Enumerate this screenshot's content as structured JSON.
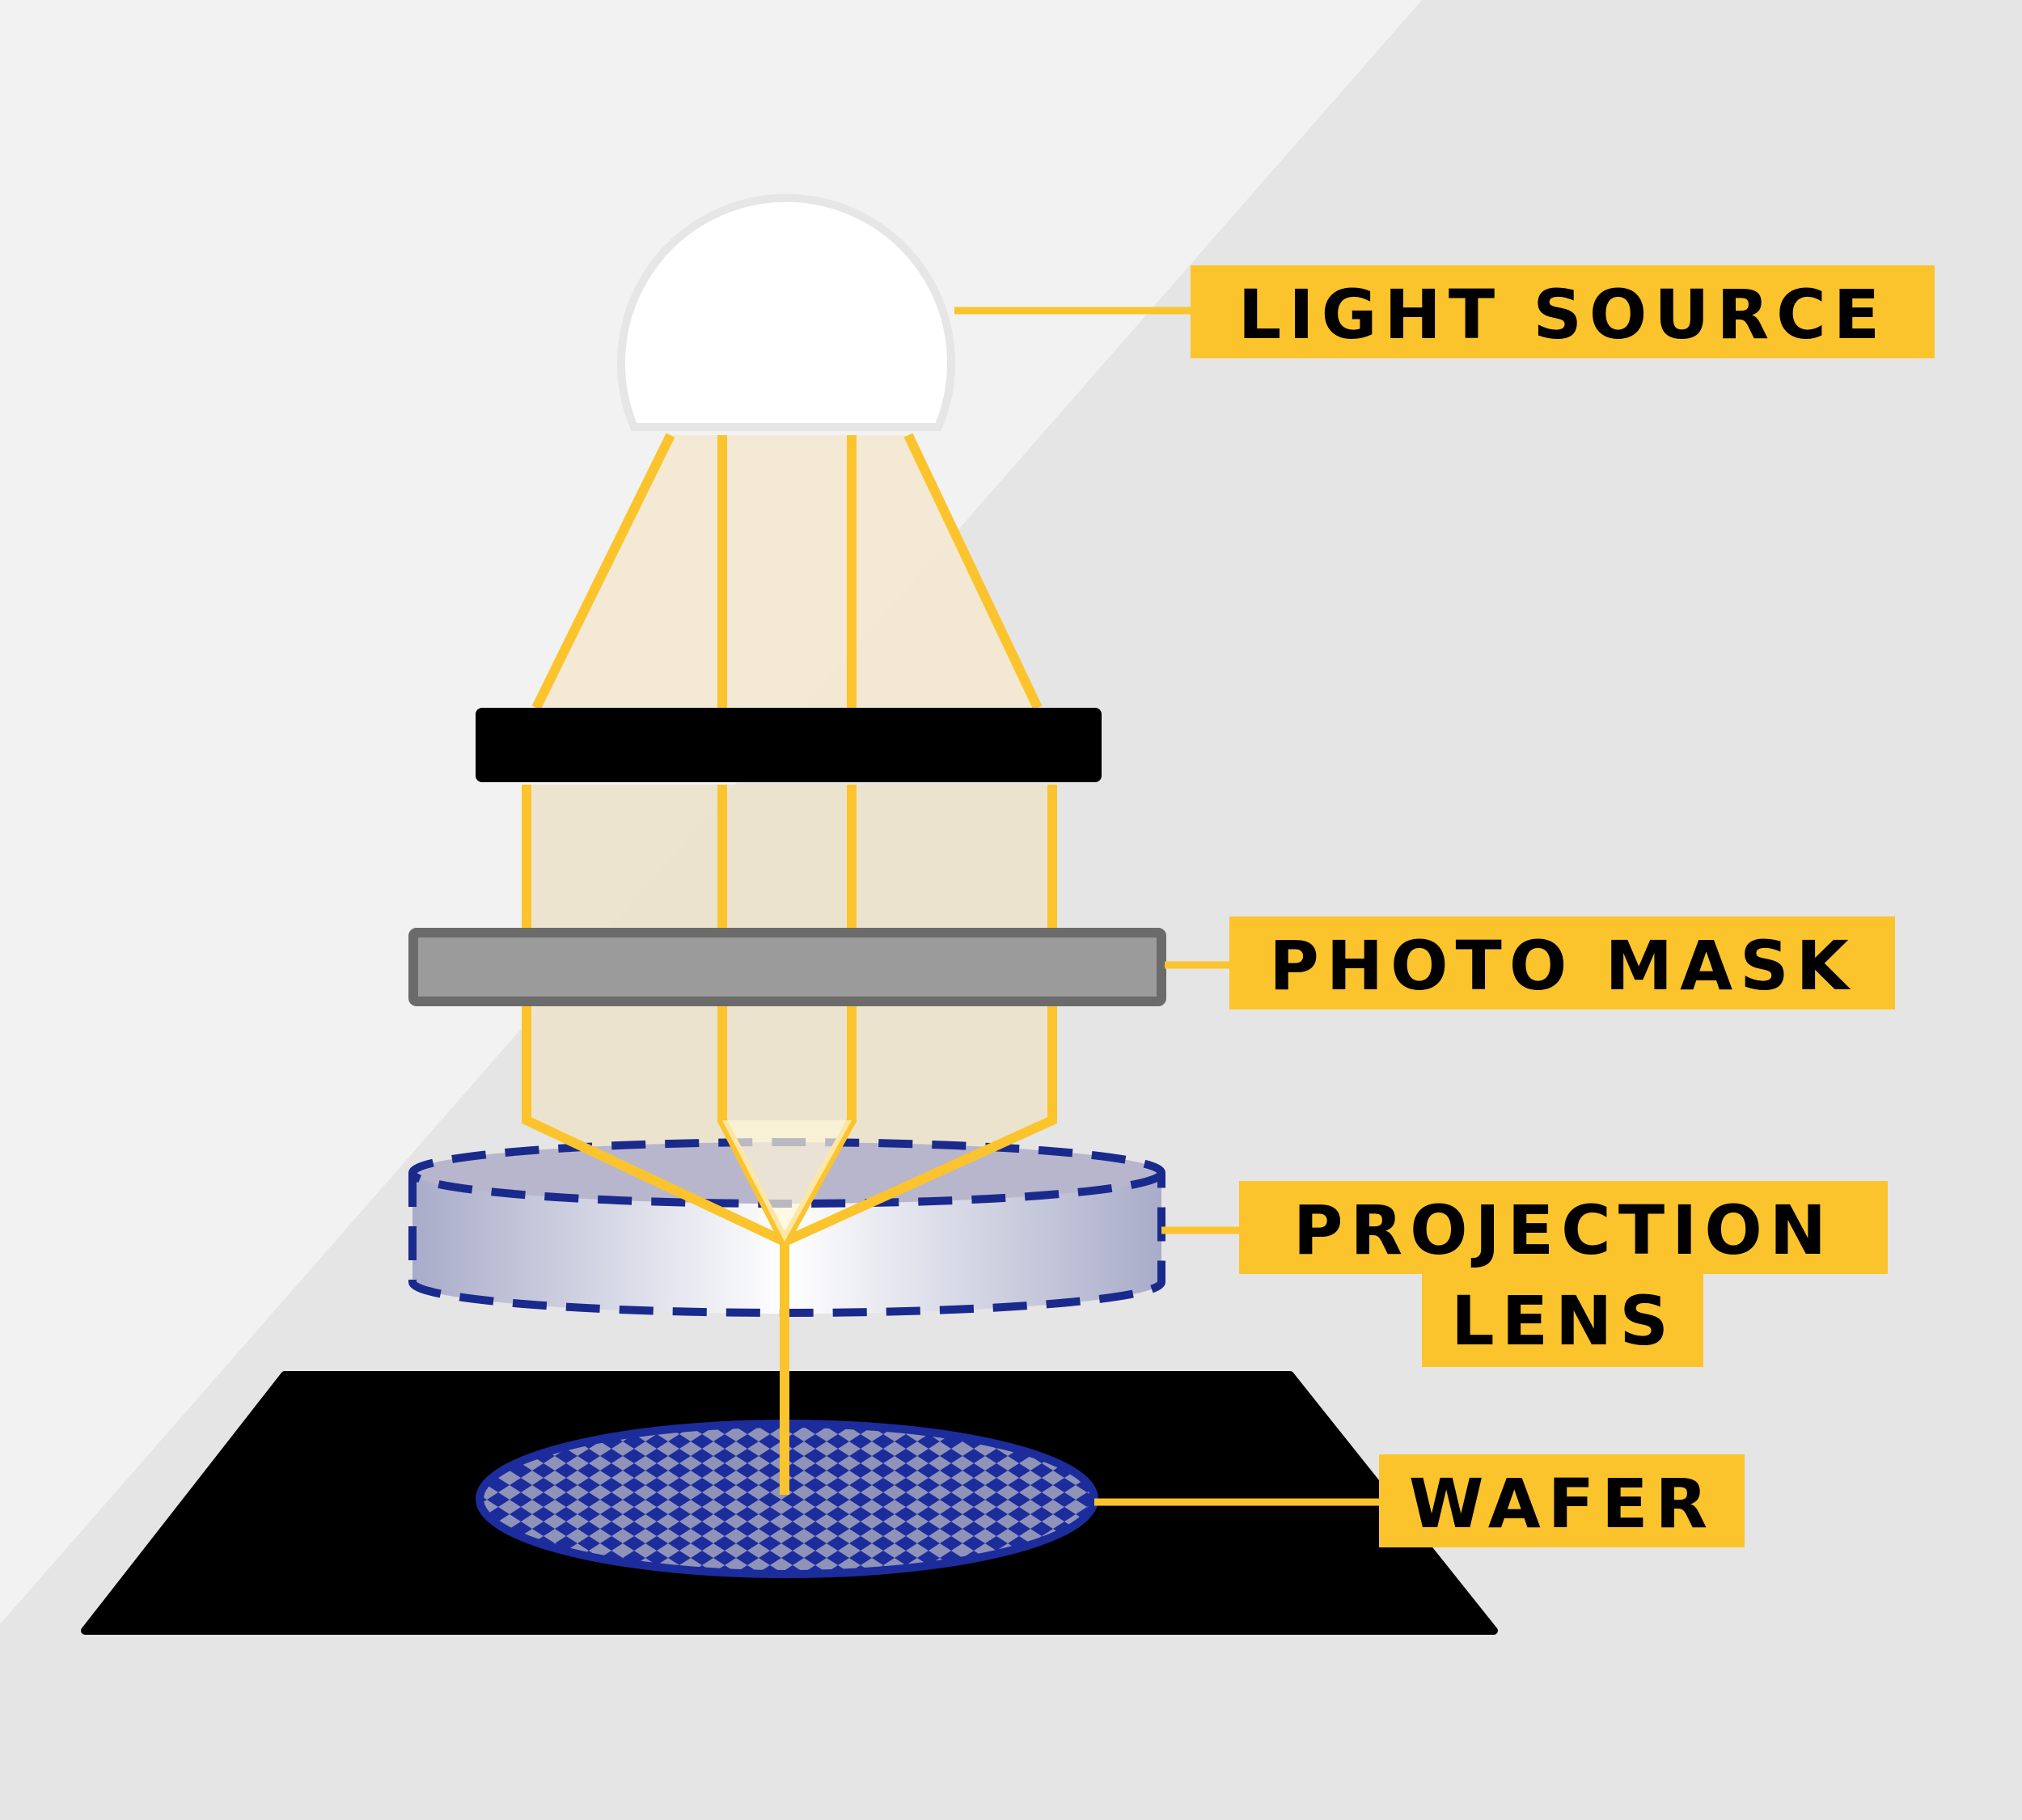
{
  "labels": {
    "light_source": "LIGHT SOURCE",
    "photo_mask": "PHOTO MASK",
    "projection_lens_line1": "PROJECTION",
    "projection_lens_line2": "LENS",
    "wafer": "WAFER"
  },
  "colors": {
    "background_light": "#f2f2f2",
    "background_dark": "#e5e5e5",
    "beam": "#fbc42d",
    "label_bg": "#fbc42d",
    "label_text": "#000000",
    "mask_fill": "#9b9b9b",
    "mask_border": "#6b6b6b",
    "aperture": "#000000",
    "lens_edge": "#1a2a8c",
    "wafer_fill": "#1c2c9c",
    "stage": "#000000"
  }
}
